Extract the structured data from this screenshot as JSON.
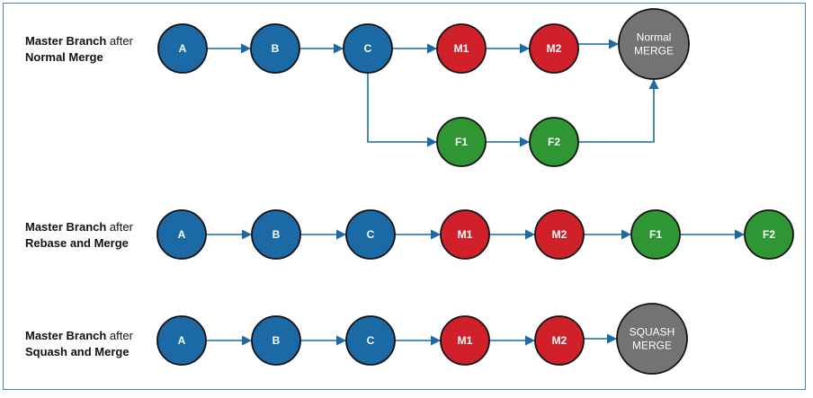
{
  "colors": {
    "commit_base": "#1b6aa5",
    "commit_master": "#d0202a",
    "commit_feature": "#2e9632",
    "merge_commit": "#737373",
    "arrow": "#1b6aa5",
    "frame_border": "#4f7fb3",
    "node_stroke": "#111111"
  },
  "rows": [
    {
      "id": "normal-merge",
      "label_bold_1": "Master Branch",
      "label_normal": " after",
      "label_bold_2": "Normal Merge",
      "nodes": [
        {
          "id": "A",
          "label": "A",
          "type": "base"
        },
        {
          "id": "B",
          "label": "B",
          "type": "base"
        },
        {
          "id": "C",
          "label": "C",
          "type": "base"
        },
        {
          "id": "M1",
          "label": "M1",
          "type": "master"
        },
        {
          "id": "M2",
          "label": "M2",
          "type": "master"
        },
        {
          "id": "MERGE",
          "label": [
            "Normal",
            "MERGE"
          ],
          "type": "merge"
        },
        {
          "id": "F1",
          "label": "F1",
          "type": "feature"
        },
        {
          "id": "F2",
          "label": "F2",
          "type": "feature"
        }
      ],
      "edges": [
        [
          "A",
          "B"
        ],
        [
          "B",
          "C"
        ],
        [
          "C",
          "M1"
        ],
        [
          "M1",
          "M2"
        ],
        [
          "M2",
          "MERGE"
        ],
        [
          "C",
          "F1"
        ],
        [
          "F1",
          "F2"
        ],
        [
          "F2",
          "MERGE"
        ]
      ]
    },
    {
      "id": "rebase-merge",
      "label_bold_1": "Master Branch",
      "label_normal": " after",
      "label_bold_2": "Rebase and Merge",
      "nodes": [
        {
          "id": "A",
          "label": "A",
          "type": "base"
        },
        {
          "id": "B",
          "label": "B",
          "type": "base"
        },
        {
          "id": "C",
          "label": "C",
          "type": "base"
        },
        {
          "id": "M1",
          "label": "M1",
          "type": "master"
        },
        {
          "id": "M2",
          "label": "M2",
          "type": "master"
        },
        {
          "id": "F1",
          "label": "F1",
          "type": "feature"
        },
        {
          "id": "F2",
          "label": "F2",
          "type": "feature"
        }
      ],
      "edges": [
        [
          "A",
          "B"
        ],
        [
          "B",
          "C"
        ],
        [
          "C",
          "M1"
        ],
        [
          "M1",
          "M2"
        ],
        [
          "M2",
          "F1"
        ],
        [
          "F1",
          "F2"
        ]
      ]
    },
    {
      "id": "squash-merge",
      "label_bold_1": "Master Branch",
      "label_normal": " after",
      "label_bold_2": "Squash and Merge",
      "nodes": [
        {
          "id": "A",
          "label": "A",
          "type": "base"
        },
        {
          "id": "B",
          "label": "B",
          "type": "base"
        },
        {
          "id": "C",
          "label": "C",
          "type": "base"
        },
        {
          "id": "M1",
          "label": "M1",
          "type": "master"
        },
        {
          "id": "M2",
          "label": "M2",
          "type": "master"
        },
        {
          "id": "SQUASH",
          "label": [
            "SQUASH",
            "MERGE"
          ],
          "type": "merge"
        }
      ],
      "edges": [
        [
          "A",
          "B"
        ],
        [
          "B",
          "C"
        ],
        [
          "C",
          "M1"
        ],
        [
          "M1",
          "M2"
        ],
        [
          "M2",
          "SQUASH"
        ]
      ]
    }
  ]
}
